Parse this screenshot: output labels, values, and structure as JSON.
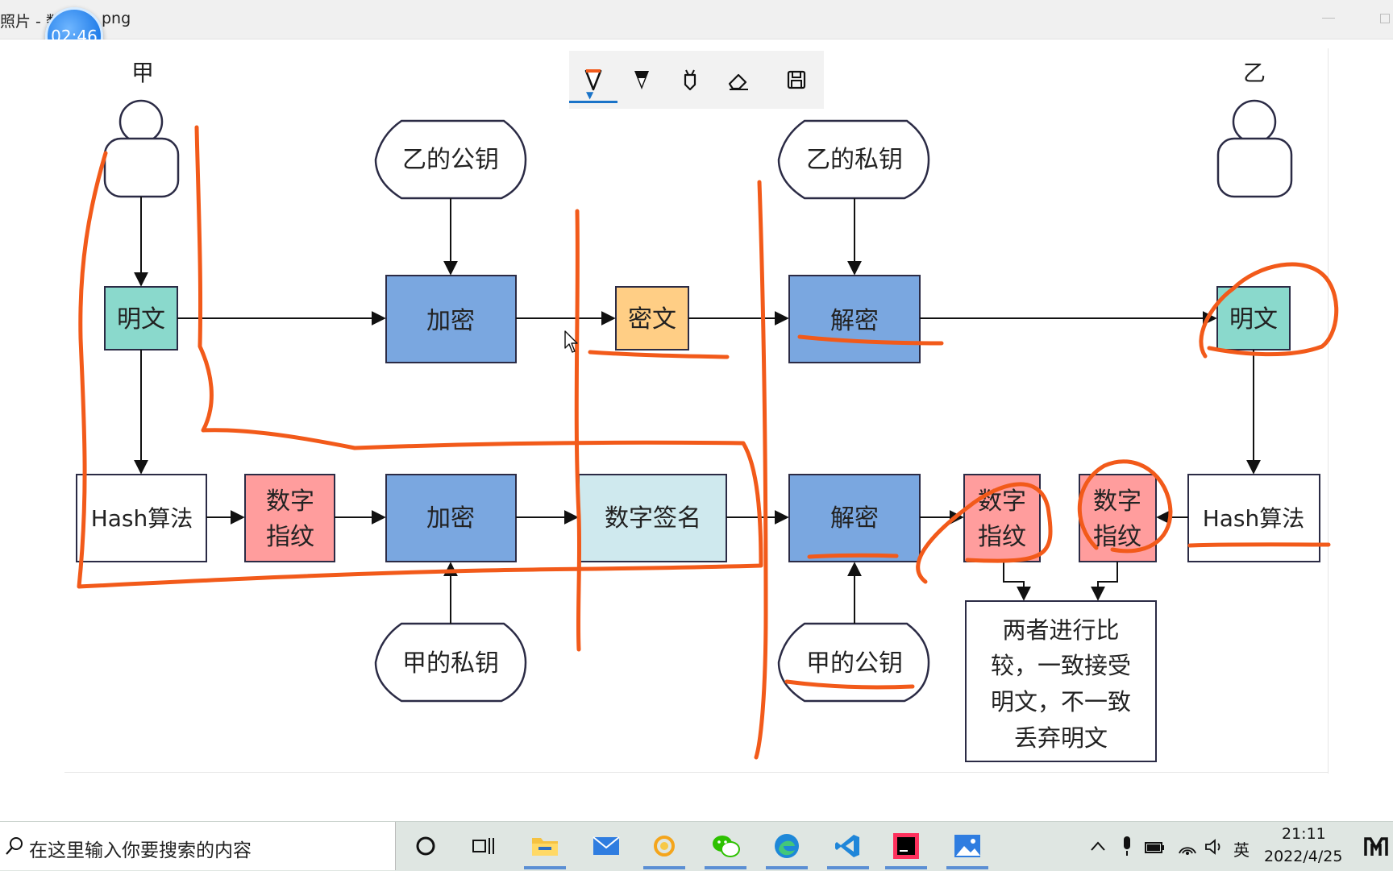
{
  "window": {
    "title": "照片 - 数",
    "title_ext": "png",
    "timer": "02:46"
  },
  "diagram": {
    "actor_a": "甲",
    "actor_b": "乙",
    "b_public_key": "乙的公钥",
    "b_private_key": "乙的私钥",
    "a_private_key": "甲的私钥",
    "a_public_key": "甲的公钥",
    "plaintext": "明文",
    "encrypt": "加密",
    "ciphertext": "密文",
    "decrypt": "解密",
    "plaintext_b": "明文",
    "hash_a": "Hash算法",
    "fingerprint_a": [
      "数字",
      "指纹"
    ],
    "encrypt2": "加密",
    "signature": "数字签名",
    "decrypt2": "解密",
    "fingerprint_b1": [
      "数字",
      "指纹"
    ],
    "fingerprint_b2": [
      "数字",
      "指纹"
    ],
    "hash_b": "Hash算法",
    "compare_note": [
      "两者进行比",
      "较，一致接受",
      "明文，不一致",
      "丢弃明文"
    ]
  },
  "colors": {
    "teal": "#8ad9cc",
    "blue": "#7aa7e0",
    "orange_box": "#ffce85",
    "pink": "#ff9d9d",
    "ink": "#f25a1a"
  },
  "toolbar": {
    "tools": [
      "ballpoint-pen-icon",
      "pencil-icon",
      "highlighter-icon",
      "eraser-icon",
      "save-icon"
    ]
  },
  "taskbar": {
    "search_placeholder": "在这里输入你要搜索的内容",
    "ime": "英",
    "time": "21:11",
    "date": "2022/4/25"
  }
}
